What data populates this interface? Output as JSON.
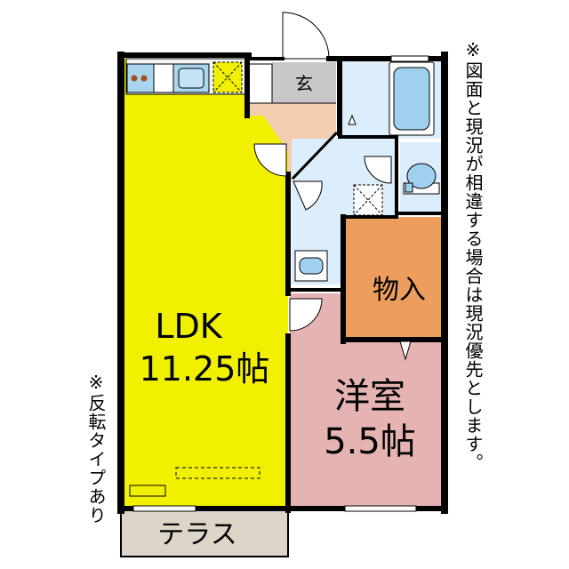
{
  "rooms": {
    "ldk": {
      "name": "LDK",
      "size": "11.25帖",
      "color": "#f0f000"
    },
    "western": {
      "name": "洋室",
      "size": "5.5帖",
      "color": "#e6b3b3"
    },
    "storage": {
      "name": "物入",
      "color": "#ee9e5c"
    },
    "entrance": {
      "name": "玄",
      "color": "#c8c8c8"
    },
    "terrace": {
      "name": "テラス",
      "color": "#ddd5c8"
    }
  },
  "notes": {
    "disclaimer": "※図面と現況が相違する場合は現況優先とします。",
    "reverse_type": "※反転タイプあり"
  },
  "colors": {
    "wall": "#000000",
    "water_area": "#dcedfb",
    "hall": "#f2cdb0",
    "fixture_blue": "#9fd0ee"
  }
}
